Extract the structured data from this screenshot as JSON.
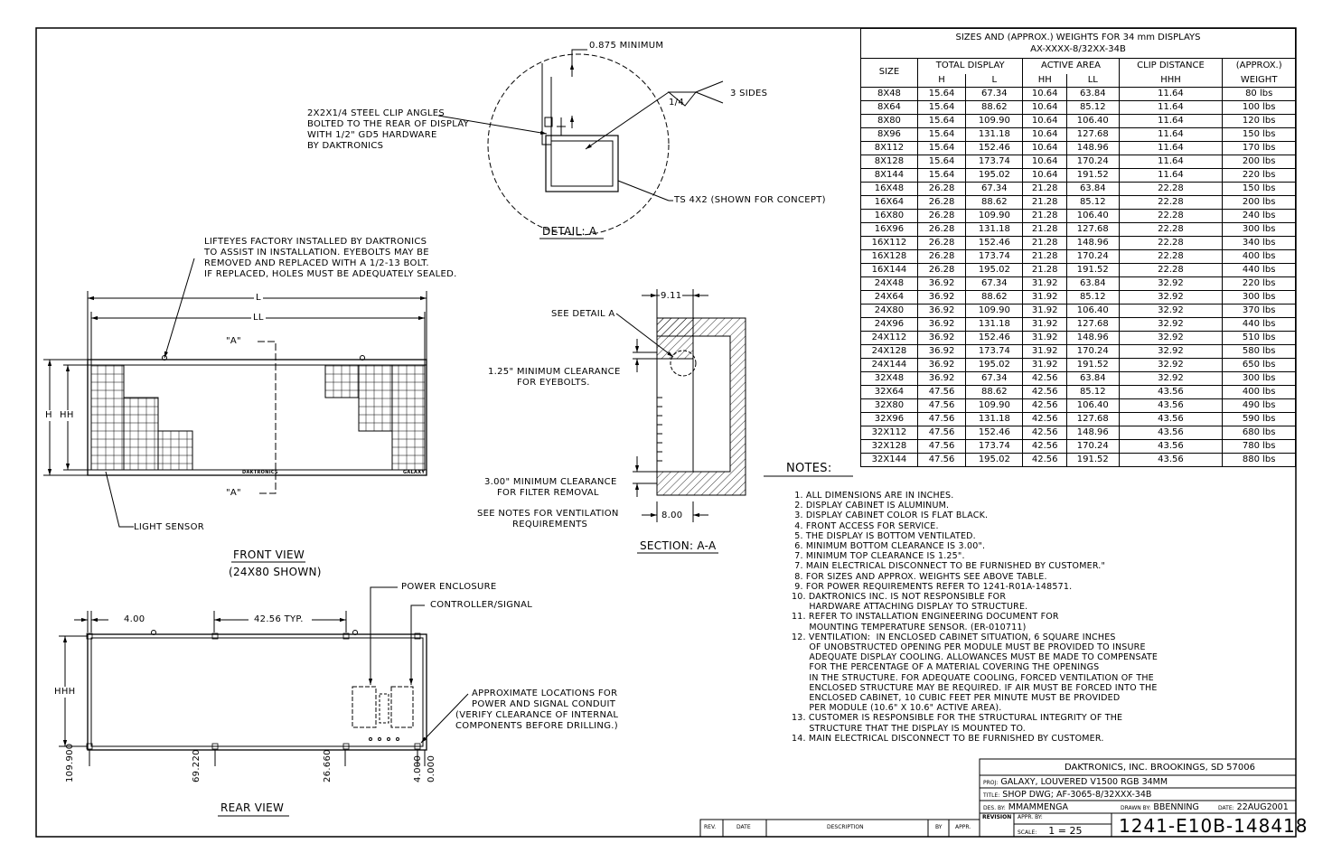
{
  "table": {
    "title_line1": "SIZES AND (APPROX.) WEIGHTS FOR 34 mm DISPLAYS",
    "title_line2": "AX-XXXX-8/32XX-34B",
    "headers": {
      "size": "SIZE",
      "total_display": "TOTAL DISPLAY",
      "total_h": "H",
      "total_l": "L",
      "active_area": "ACTIVE AREA",
      "active_hh": "HH",
      "active_ll": "LL",
      "clip_distance": "CLIP DISTANCE",
      "clip_hhh": "HHH",
      "weight": "(APPROX.)",
      "weight2": "WEIGHT"
    },
    "rows": [
      [
        "8X48",
        "15.64",
        "67.34",
        "10.64",
        "63.84",
        "11.64",
        "80 lbs"
      ],
      [
        "8X64",
        "15.64",
        "88.62",
        "10.64",
        "85.12",
        "11.64",
        "100 lbs"
      ],
      [
        "8X80",
        "15.64",
        "109.90",
        "10.64",
        "106.40",
        "11.64",
        "120 lbs"
      ],
      [
        "8X96",
        "15.64",
        "131.18",
        "10.64",
        "127.68",
        "11.64",
        "150 lbs"
      ],
      [
        "8X112",
        "15.64",
        "152.46",
        "10.64",
        "148.96",
        "11.64",
        "170 lbs"
      ],
      [
        "8X128",
        "15.64",
        "173.74",
        "10.64",
        "170.24",
        "11.64",
        "200 lbs"
      ],
      [
        "8X144",
        "15.64",
        "195.02",
        "10.64",
        "191.52",
        "11.64",
        "220 lbs"
      ],
      [
        "16X48",
        "26.28",
        "67.34",
        "21.28",
        "63.84",
        "22.28",
        "150 lbs"
      ],
      [
        "16X64",
        "26.28",
        "88.62",
        "21.28",
        "85.12",
        "22.28",
        "200 lbs"
      ],
      [
        "16X80",
        "26.28",
        "109.90",
        "21.28",
        "106.40",
        "22.28",
        "240 lbs"
      ],
      [
        "16X96",
        "26.28",
        "131.18",
        "21.28",
        "127.68",
        "22.28",
        "300 lbs"
      ],
      [
        "16X112",
        "26.28",
        "152.46",
        "21.28",
        "148.96",
        "22.28",
        "340 lbs"
      ],
      [
        "16X128",
        "26.28",
        "173.74",
        "21.28",
        "170.24",
        "22.28",
        "400 lbs"
      ],
      [
        "16X144",
        "26.28",
        "195.02",
        "21.28",
        "191.52",
        "22.28",
        "440 lbs"
      ],
      [
        "24X48",
        "36.92",
        "67.34",
        "31.92",
        "63.84",
        "32.92",
        "220 lbs"
      ],
      [
        "24X64",
        "36.92",
        "88.62",
        "31.92",
        "85.12",
        "32.92",
        "300 lbs"
      ],
      [
        "24X80",
        "36.92",
        "109.90",
        "31.92",
        "106.40",
        "32.92",
        "370 lbs"
      ],
      [
        "24X96",
        "36.92",
        "131.18",
        "31.92",
        "127.68",
        "32.92",
        "440 lbs"
      ],
      [
        "24X112",
        "36.92",
        "152.46",
        "31.92",
        "148.96",
        "32.92",
        "510 lbs"
      ],
      [
        "24X128",
        "36.92",
        "173.74",
        "31.92",
        "170.24",
        "32.92",
        "580 lbs"
      ],
      [
        "24X144",
        "36.92",
        "195.02",
        "31.92",
        "191.52",
        "32.92",
        "650 lbs"
      ],
      [
        "32X48",
        "36.92",
        "67.34",
        "42.56",
        "63.84",
        "32.92",
        "300 lbs"
      ],
      [
        "32X64",
        "47.56",
        "88.62",
        "42.56",
        "85.12",
        "43.56",
        "400 lbs"
      ],
      [
        "32X80",
        "47.56",
        "109.90",
        "42.56",
        "106.40",
        "43.56",
        "490 lbs"
      ],
      [
        "32X96",
        "47.56",
        "131.18",
        "42.56",
        "127.68",
        "43.56",
        "590 lbs"
      ],
      [
        "32X112",
        "47.56",
        "152.46",
        "42.56",
        "148.96",
        "43.56",
        "680 lbs"
      ],
      [
        "32X128",
        "47.56",
        "173.74",
        "42.56",
        "170.24",
        "43.56",
        "780 lbs"
      ],
      [
        "32X144",
        "47.56",
        "195.02",
        "42.56",
        "191.52",
        "43.56",
        "880 lbs"
      ]
    ]
  },
  "notes": {
    "heading": "NOTES:",
    "lines": [
      " 1. ALL DIMENSIONS ARE IN INCHES.",
      " 2. DISPLAY CABINET IS ALUMINUM.",
      " 3. DISPLAY CABINET COLOR IS FLAT BLACK.",
      " 4. FRONT ACCESS FOR SERVICE.",
      " 5. THE DISPLAY IS BOTTOM VENTILATED.",
      " 6. MINIMUM BOTTOM CLEARANCE IS 3.00\".",
      " 7. MINIMUM TOP CLEARANCE IS 1.25\".",
      " 7. MAIN ELECTRICAL DISCONNECT TO BE FURNISHED BY CUSTOMER.\"",
      " 8. FOR SIZES AND APPROX. WEIGHTS SEE ABOVE TABLE.",
      " 9. FOR POWER REQUIREMENTS REFER TO 1241-R01A-148571.",
      "10. DAKTRONICS INC. IS NOT RESPONSIBLE FOR",
      "      HARDWARE ATTACHING DISPLAY TO STRUCTURE.",
      "11. REFER TO INSTALLATION ENGINEERING DOCUMENT FOR",
      "      MOUNTING TEMPERATURE SENSOR. (ER-010711)",
      "12. VENTILATION:  IN ENCLOSED CABINET SITUATION, 6 SQUARE INCHES",
      "      OF UNOBSTRUCTED OPENING PER MODULE MUST BE PROVIDED TO INSURE",
      "      ADEQUATE DISPLAY COOLING. ALLOWANCES MUST BE MADE TO COMPENSATE",
      "      FOR THE PERCENTAGE OF A MATERIAL COVERING THE OPENINGS",
      "      IN THE STRUCTURE. FOR ADEQUATE COOLING, FORCED VENTILATION OF THE",
      "      ENCLOSED STRUCTURE MAY BE REQUIRED. IF AIR MUST BE FORCED INTO THE",
      "      ENCLOSED CABINET, 10 CUBIC FEET PER MINUTE MUST BE PROVIDED",
      "      PER MODULE (10.6\" X 10.6\" ACTIVE AREA).",
      "13. CUSTOMER IS RESPONSIBLE FOR THE STRUCTURAL INTEGRITY OF THE",
      "      STRUCTURE THAT THE DISPLAY IS MOUNTED TO.",
      "14. MAIN ELECTRICAL DISCONNECT TO BE FURNISHED BY CUSTOMER."
    ]
  },
  "detail_a": {
    "min": "0.875 MINIMUM",
    "clip_l1": "2X2X1/4 STEEL CLIP ANGLES",
    "clip_l2": "BOLTED TO THE REAR OF DISPLAY",
    "clip_l3": "WITH 1/2\" GD5 HARDWARE",
    "clip_l4": "BY DAKTRONICS",
    "weld_size": "1/4",
    "weld_sides": "3 SIDES",
    "ts": "TS 4X2 (SHOWN FOR CONCEPT)",
    "caption": "DETAIL: A"
  },
  "front": {
    "lift1": "LIFTEYES FACTORY INSTALLED BY DAKTRONICS",
    "lift2": "TO ASSIST IN INSTALLATION. EYEBOLTS MAY BE",
    "lift3": "REMOVED AND REPLACED WITH A 1/2-13 BOLT.",
    "lift4": "IF REPLACED, HOLES MUST BE ADEQUATELY SEALED.",
    "L": "L",
    "LL": "LL",
    "H": "H",
    "HH": "HH",
    "a_top": "\"A\"",
    "a_bot": "\"A\"",
    "brand": "DAKTRONICS",
    "model": "GALAXY",
    "sensor": "LIGHT SENSOR",
    "caption": "FRONT VIEW",
    "caption2": "(24X80 SHOWN)"
  },
  "section": {
    "dim_top": "9.11",
    "see_detail": "SEE DETAIL A",
    "clear1_l1": "1.25\" MINIMUM CLEARANCE",
    "clear1_l2": "FOR EYEBOLTS.",
    "clear2_l1": "3.00\" MINIMUM CLEARANCE",
    "clear2_l2": "FOR FILTER REMOVAL",
    "vent_l1": "SEE NOTES FOR VENTILATION",
    "vent_l2": "REQUIREMENTS",
    "dim_bot": "8.00",
    "caption": "SECTION: A-A"
  },
  "rear": {
    "power": "POWER ENCLOSURE",
    "controller": "CONTROLLER/SIGNAL",
    "dim_left": "4.00",
    "dim_typ": "42.56 TYP.",
    "hhh": "HHH",
    "conduit1": "APPROXIMATE LOCATIONS FOR",
    "conduit2": "POWER AND SIGNAL CONDUIT",
    "conduit3": "(VERIFY CLEARANCE OF INTERNAL",
    "conduit4": "COMPONENTS BEFORE DRILLING.)",
    "x1": "109.900",
    "x2": "69.220",
    "x3": "26.660",
    "x4": "4.000",
    "x5": "0.000",
    "caption": "REAR VIEW"
  },
  "titleblock": {
    "company": "DAKTRONICS, INC.  BROOKINGS, SD 57006",
    "proj_lbl": "PROJ:",
    "proj": "GALAXY, LOUVERED V1500 RGB 34MM",
    "title_lbl": "TITLE:",
    "title": "SHOP DWG; AF-3065-8/32XXX-34B",
    "des_lbl": "DES. BY:",
    "des": "MMAMMENGA",
    "drawn_lbl": "DRAWN BY:",
    "drawn": "BBENNING",
    "date_lbl": "DATE:",
    "date": "22AUG2001",
    "revision": "REVISION",
    "appr_lbl": "APPR. BY:",
    "scale_lbl": "SCALE:",
    "scale": "1 = 25",
    "dwg_no": "1241-E10B-148418",
    "rev": "REV.",
    "rev_date": "DATE",
    "description": "DESCRIPTION",
    "by": "BY",
    "appr": "APPR."
  }
}
